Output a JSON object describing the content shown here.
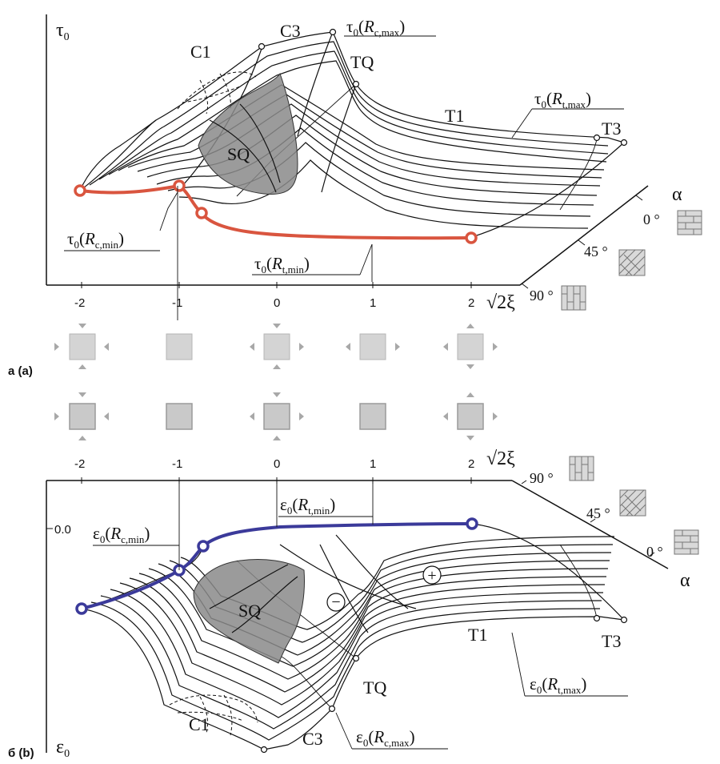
{
  "panel_a": {
    "tag": "a (a)",
    "y_axis": "τ",
    "y_axis_sub": "0",
    "curve_labels": {
      "c1": "C1",
      "c3": "C3",
      "tq": "TQ",
      "t1": "T1",
      "t3": "T3",
      "sq": "SQ"
    },
    "callouts": {
      "rc_max": {
        "main": "τ",
        "sub0": "0",
        "open": "(",
        "R": "R",
        "sub": "c,max",
        "close": ")"
      },
      "rt_max": {
        "main": "τ",
        "sub0": "0",
        "open": "(",
        "R": "R",
        "sub": "t,max",
        "close": ")"
      },
      "rc_min": {
        "main": "τ",
        "sub0": "0",
        "open": "(",
        "R": "R",
        "sub": "c,min",
        "close": ")"
      },
      "rt_min": {
        "main": "τ",
        "sub0": "0",
        "open": "(",
        "R": "R",
        "sub": "t,min",
        "close": ")"
      }
    },
    "alpha_label": "α",
    "alpha_ticks": [
      "0 °",
      "45 °",
      "90 °"
    ],
    "xi_label": "√2ξ",
    "xi_ticks": [
      "-2",
      "-1",
      "0",
      "1",
      "2"
    ]
  },
  "panel_b": {
    "tag": "б (b)",
    "y_axis": "ε",
    "y_axis_sub": "0",
    "y_tick": "0.0",
    "curve_labels": {
      "c1": "C1",
      "c3": "C3",
      "tq": "TQ",
      "t1": "T1",
      "t3": "T3",
      "sq": "SQ",
      "plus": "+",
      "minus": "−"
    },
    "callouts": {
      "rt_min": {
        "main": "ε",
        "sub0": "0",
        "open": "(",
        "R": "R",
        "sub": "t,min",
        "close": ")"
      },
      "rc_min": {
        "main": "ε",
        "sub0": "0",
        "open": "(",
        "R": "R",
        "sub": "c,min",
        "close": ")"
      },
      "rt_max": {
        "main": "ε",
        "sub0": "0",
        "open": "(",
        "R": "R",
        "sub": "t,max",
        "close": ")"
      },
      "rc_max": {
        "main": "ε",
        "sub0": "0",
        "open": "(",
        "R": "R",
        "sub": "c,max",
        "close": ")"
      }
    },
    "alpha_label": "α",
    "alpha_ticks": [
      "90 °",
      "45 °",
      "0 °"
    ],
    "xi_label": "√2ξ",
    "xi_ticks": [
      "-2",
      "-1",
      "0",
      "1",
      "2"
    ]
  },
  "icons": {
    "brick_horizontal": "brick-horizontal-icon",
    "brick_diagonal": "brick-diagonal-icon",
    "brick_vertical": "brick-vertical-icon",
    "stress_square": "stress-square-icon",
    "red_curve_color": "#d9553f",
    "blue_curve_color": "#3b3a9a",
    "sq_fill_color": "#8a8a8a"
  }
}
